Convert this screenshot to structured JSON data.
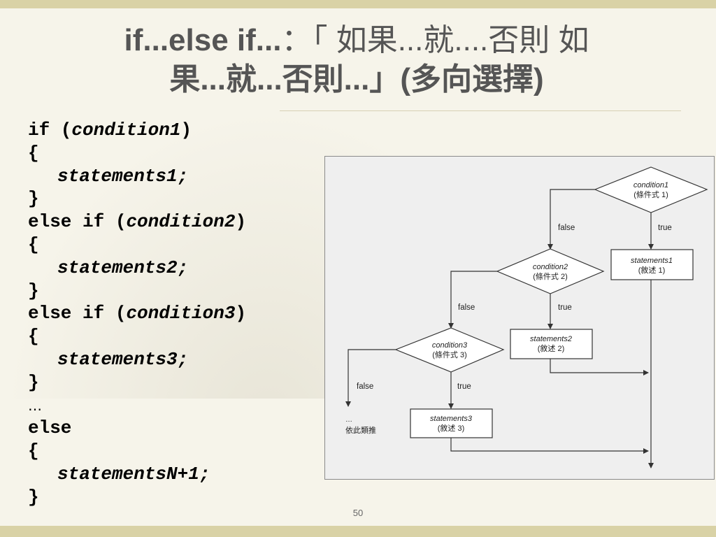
{
  "slide": {
    "title_line1_latin": "if...else if...",
    "title_line1_cjk": "：「 如果...就....否則 如",
    "title_line2": "果...就...否則...」(多向選擇)",
    "page_number": "50"
  },
  "code": {
    "l1_kw": "if (",
    "l1_var": "condition1",
    "l1_end": ")",
    "l2": "{",
    "l3": "statements1;",
    "l4": "}",
    "l5_kw": "else if (",
    "l5_var": "condition2",
    "l5_end": ")",
    "l6": "{",
    "l7": "statements2;",
    "l8": "}",
    "l9_kw": "else if (",
    "l9_var": "condition3",
    "l9_end": ")",
    "l10": "{",
    "l11": "statements3;",
    "l12": "}",
    "l13": "…",
    "l14": "else",
    "l15": "{",
    "l16": "statementsN+1;",
    "l17": "}"
  },
  "flowchart": {
    "c1_name": "condition1",
    "c1_sub": "(條件式 1)",
    "c2_name": "condition2",
    "c2_sub": "(條件式 2)",
    "c3_name": "condition3",
    "c3_sub": "(條件式 3)",
    "s1_name": "statements1",
    "s1_sub": "(敘述 1)",
    "s2_name": "statements2",
    "s2_sub": "(敘述 2)",
    "s3_name": "statements3",
    "s3_sub": "(敘述 3)",
    "false_label": "false",
    "true_label": "true",
    "ellipsis": "…",
    "etc_label": "依此類推"
  }
}
